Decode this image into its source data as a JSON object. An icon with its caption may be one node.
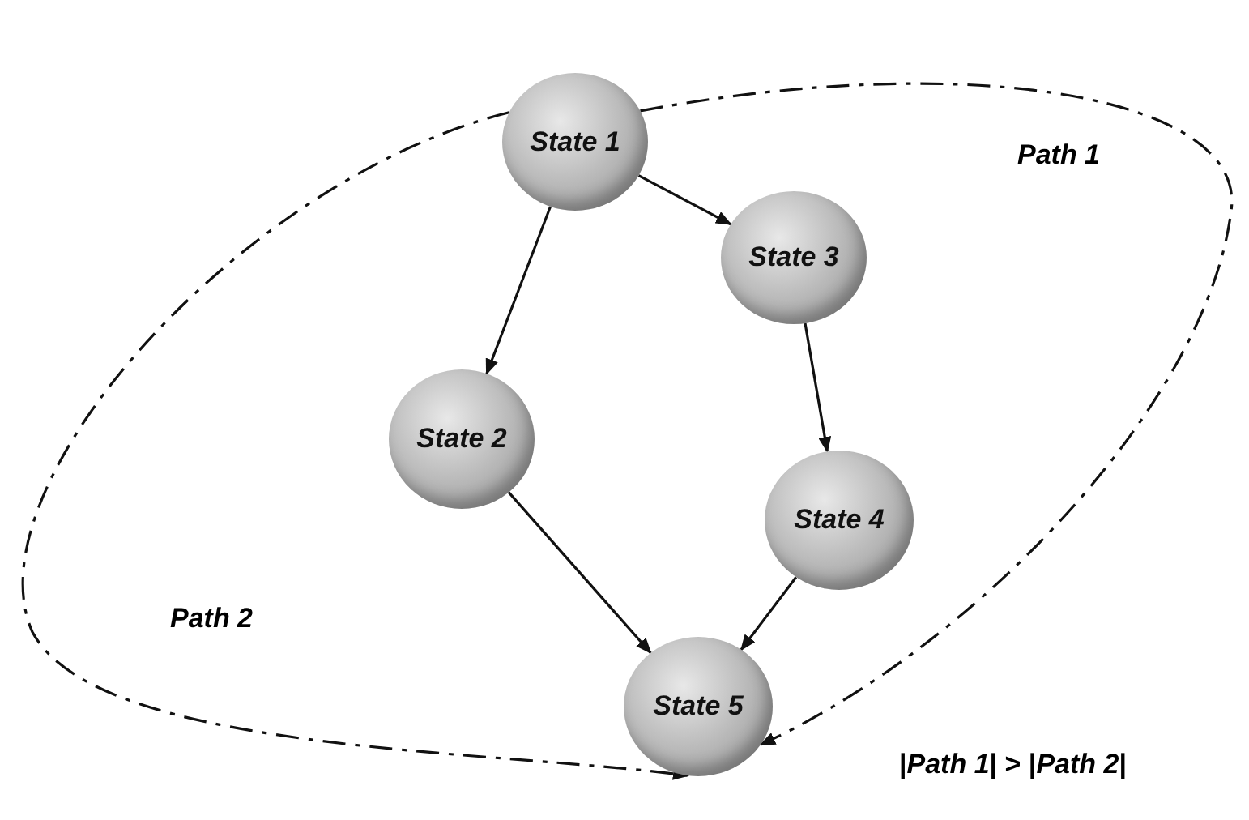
{
  "diagram": {
    "nodes": [
      {
        "text": [
          "State 1"
        ]
      },
      {
        "text": [
          "State 3"
        ]
      },
      {
        "text": [
          "State 2"
        ]
      },
      {
        "text": [
          "State 4"
        ]
      },
      {
        "text": [
          "State 5"
        ]
      }
    ],
    "edges": [
      {
        "from": 0,
        "to": 1,
        "arrow": "to"
      },
      {
        "from": 0,
        "to": 2,
        "arrow": "to"
      },
      {
        "from": 1,
        "to": 3,
        "arrow": "to"
      },
      {
        "from": 2,
        "to": 4,
        "arrow": "to"
      },
      {
        "from": 3,
        "to": 4,
        "arrow": "to"
      },
      {
        "from": 0,
        "to": 4,
        "arrow": "to",
        "style": "dashed"
      },
      {
        "from": 0,
        "to": 4,
        "arrow": "to",
        "style": "dashed"
      }
    ],
    "labels": [
      "Path 1",
      "Path 2",
      "|*Path 1*| > |*Path 2*|"
    ]
  }
}
